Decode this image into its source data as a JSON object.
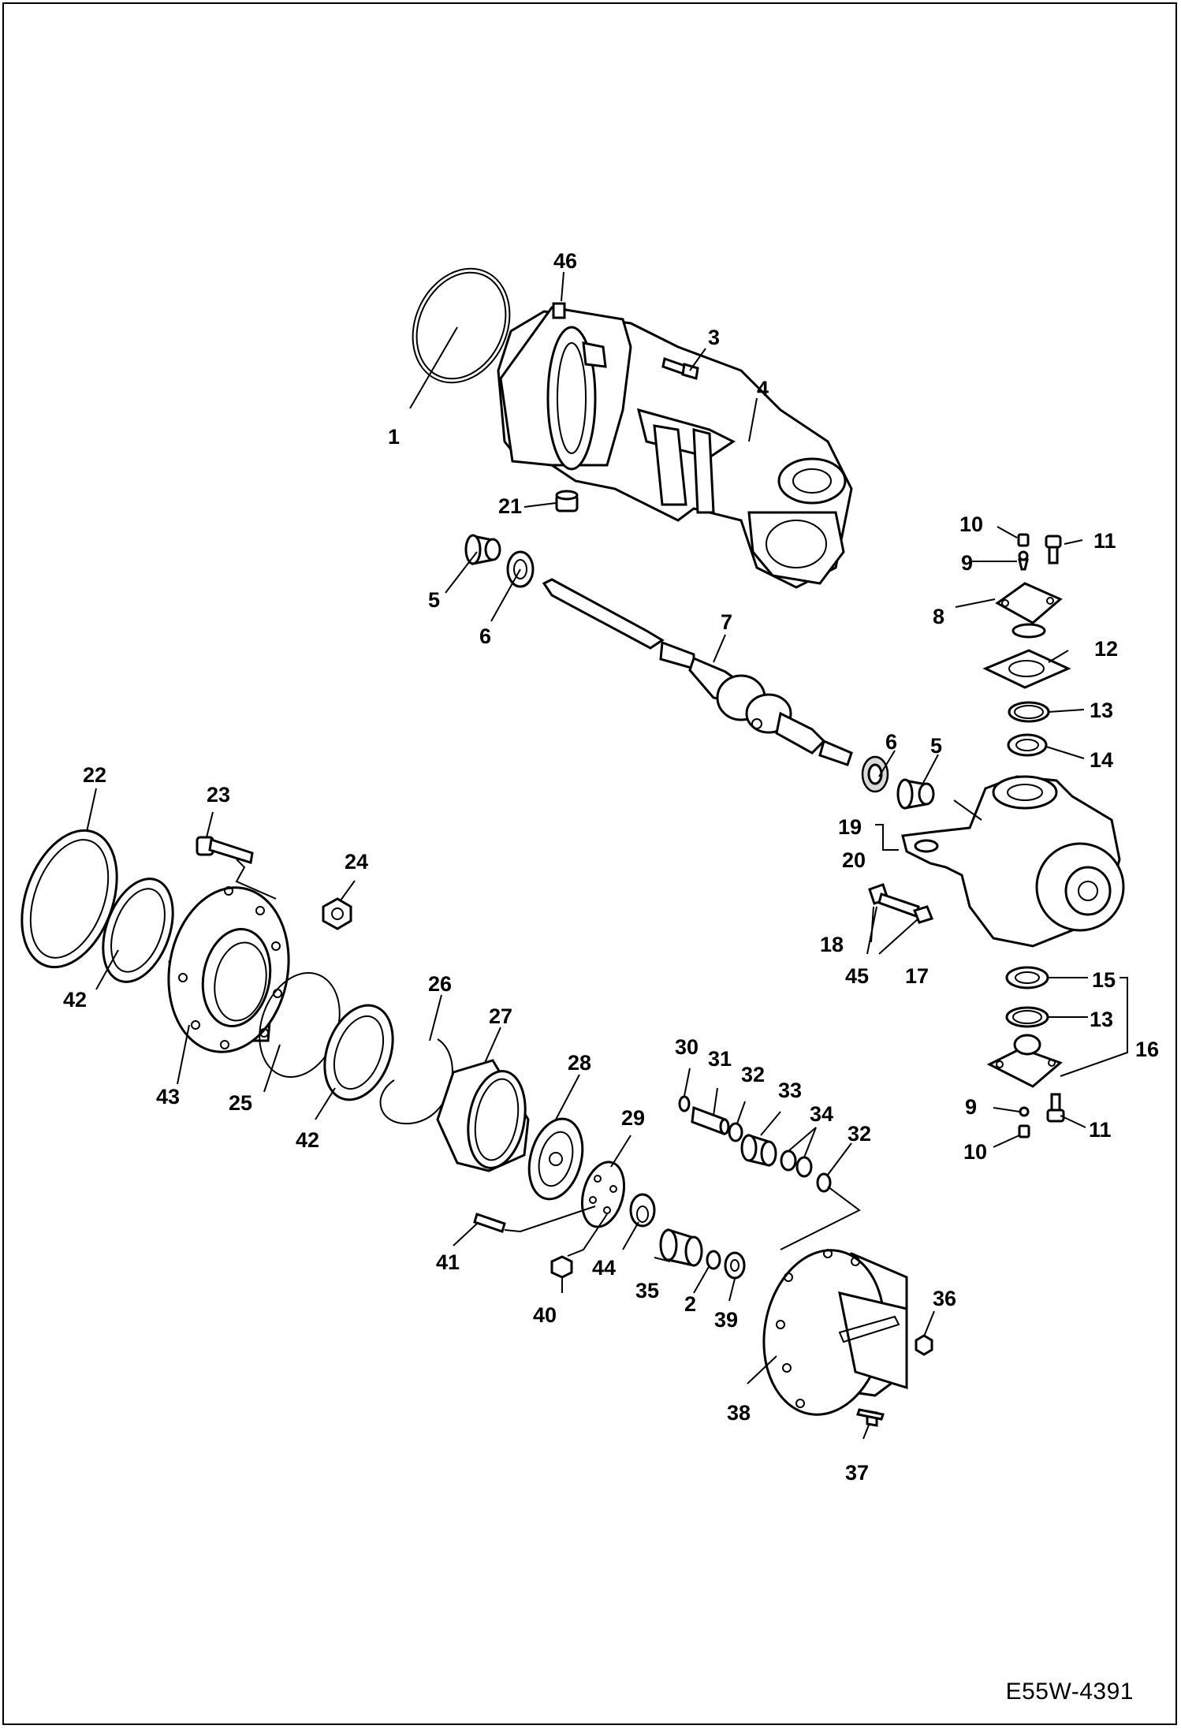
{
  "figure_id": "E55W-4391",
  "callouts": [
    "1",
    "2",
    "3",
    "4",
    "5",
    "5",
    "6",
    "6",
    "7",
    "8",
    "9",
    "9",
    "10",
    "10",
    "11",
    "11",
    "12",
    "13",
    "13",
    "14",
    "15",
    "16",
    "17",
    "18",
    "19",
    "20",
    "21",
    "22",
    "23",
    "24",
    "25",
    "26",
    "27",
    "28",
    "29",
    "30",
    "31",
    "32",
    "32",
    "33",
    "34",
    "35",
    "36",
    "37",
    "38",
    "39",
    "40",
    "41",
    "42",
    "42",
    "43",
    "44",
    "45",
    "46"
  ]
}
